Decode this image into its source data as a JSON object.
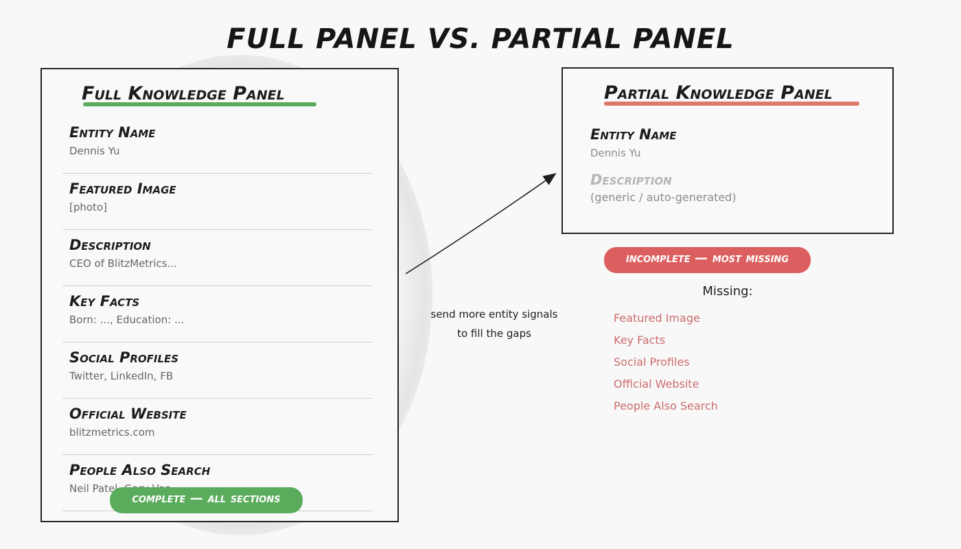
{
  "title": "Full Panel vs. Partial Panel",
  "full_panel": {
    "heading": "Full Knowledge Panel",
    "sections": [
      {
        "label": "Entity Name",
        "value": "Dennis Yu"
      },
      {
        "label": "Featured Image",
        "value": "[photo]"
      },
      {
        "label": "Description",
        "value": "CEO of BlitzMetrics..."
      },
      {
        "label": "Key Facts",
        "value": "Born: ..., Education: ..."
      },
      {
        "label": "Social Profiles",
        "value": "Twitter, LinkedIn, FB"
      },
      {
        "label": "Official Website",
        "value": "blitzmetrics.com"
      },
      {
        "label": "People Also Search",
        "value": "Neil Patel, Gary Vee"
      }
    ],
    "status": "complete — all sections"
  },
  "partial_panel": {
    "heading": "Partial Knowledge Panel",
    "entity_label": "Entity Name",
    "entity_value": "Dennis Yu",
    "description_label": "Description",
    "description_value": "(generic / auto-generated)",
    "status": "incomplete — most missing",
    "missing_title": "Missing:",
    "missing_items": [
      "Featured Image",
      "Key Facts",
      "Social Profiles",
      "Official Website",
      "People Also Search"
    ]
  },
  "arrow_note": {
    "line1": "send more entity signals",
    "line2": "to fill the gaps"
  },
  "colors": {
    "complete": "#5aac5c",
    "incomplete": "#dc5f5f",
    "missing_text": "#cc6b6b",
    "full_underline": "#5aac5c",
    "partial_underline": "#e0776b"
  }
}
